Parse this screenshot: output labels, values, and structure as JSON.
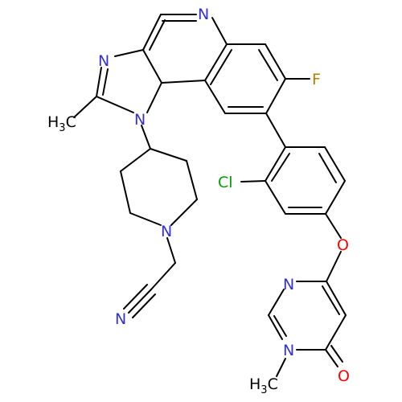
{
  "atoms": [
    {
      "id": "n_quinoline",
      "text": "N",
      "color": "#3333cc"
    },
    {
      "id": "n_imidazole",
      "text": "N",
      "color": "#3333cc"
    },
    {
      "id": "n_imidazole_sub",
      "text": "N",
      "color": "#3333cc"
    },
    {
      "id": "f",
      "text": "F",
      "color": "#b38000"
    },
    {
      "id": "cl",
      "text": "Cl",
      "color": "#00a000"
    },
    {
      "id": "n_piperidine",
      "text": "N",
      "color": "#3333cc"
    },
    {
      "id": "n_nitrile",
      "text": "N",
      "color": "#3333cc"
    },
    {
      "id": "o_ether",
      "text": "O",
      "color": "#ff0000"
    },
    {
      "id": "n_pyrimidine",
      "text": "N",
      "color": "#3333cc"
    },
    {
      "id": "n_pyrimidinone",
      "text": "N",
      "color": "#3333cc"
    },
    {
      "id": "o_carbonyl",
      "text": "O",
      "color": "#ff0000"
    }
  ],
  "methyls": [
    {
      "id": "methyl_imidazole",
      "main": "H",
      "sub": "3",
      "tail": "C"
    },
    {
      "id": "methyl_pyrimidinone",
      "main": "H",
      "sub": "3",
      "tail": "C"
    }
  ]
}
